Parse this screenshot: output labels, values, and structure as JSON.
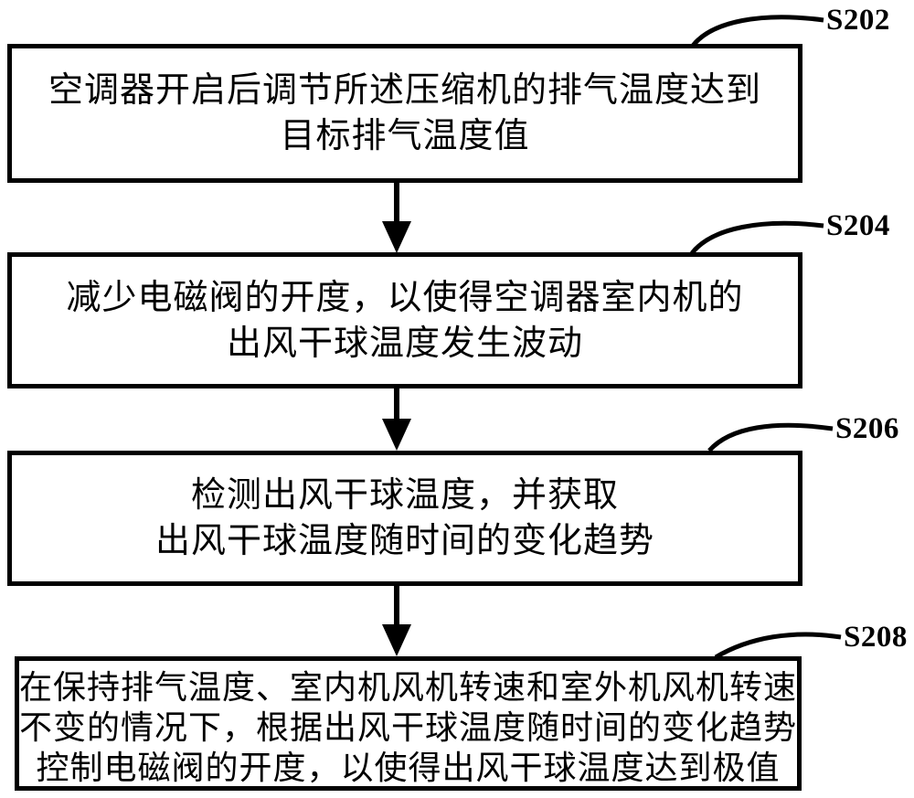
{
  "figure": {
    "type": "flowchart",
    "colors": {
      "ink": "#000000",
      "background": "#ffffff"
    },
    "steps": [
      {
        "id": "S202",
        "lines": [
          "空调器开启后调节所述压缩机的排气温度达到",
          "目标排气温度值"
        ]
      },
      {
        "id": "S204",
        "lines": [
          "减少电磁阀的开度，以使得空调器室内机的",
          "出风干球温度发生波动"
        ]
      },
      {
        "id": "S206",
        "lines": [
          "检测出风干球温度，并获取",
          "出风干球温度随时间的变化趋势"
        ]
      },
      {
        "id": "S208",
        "lines": [
          "在保持排气温度、室内机风机转速和室外机风机转速",
          "不变的情况下，根据出风干球温度随时间的变化趋势",
          "控制电磁阀的开度，以使得出风干球温度达到极值"
        ]
      }
    ]
  }
}
